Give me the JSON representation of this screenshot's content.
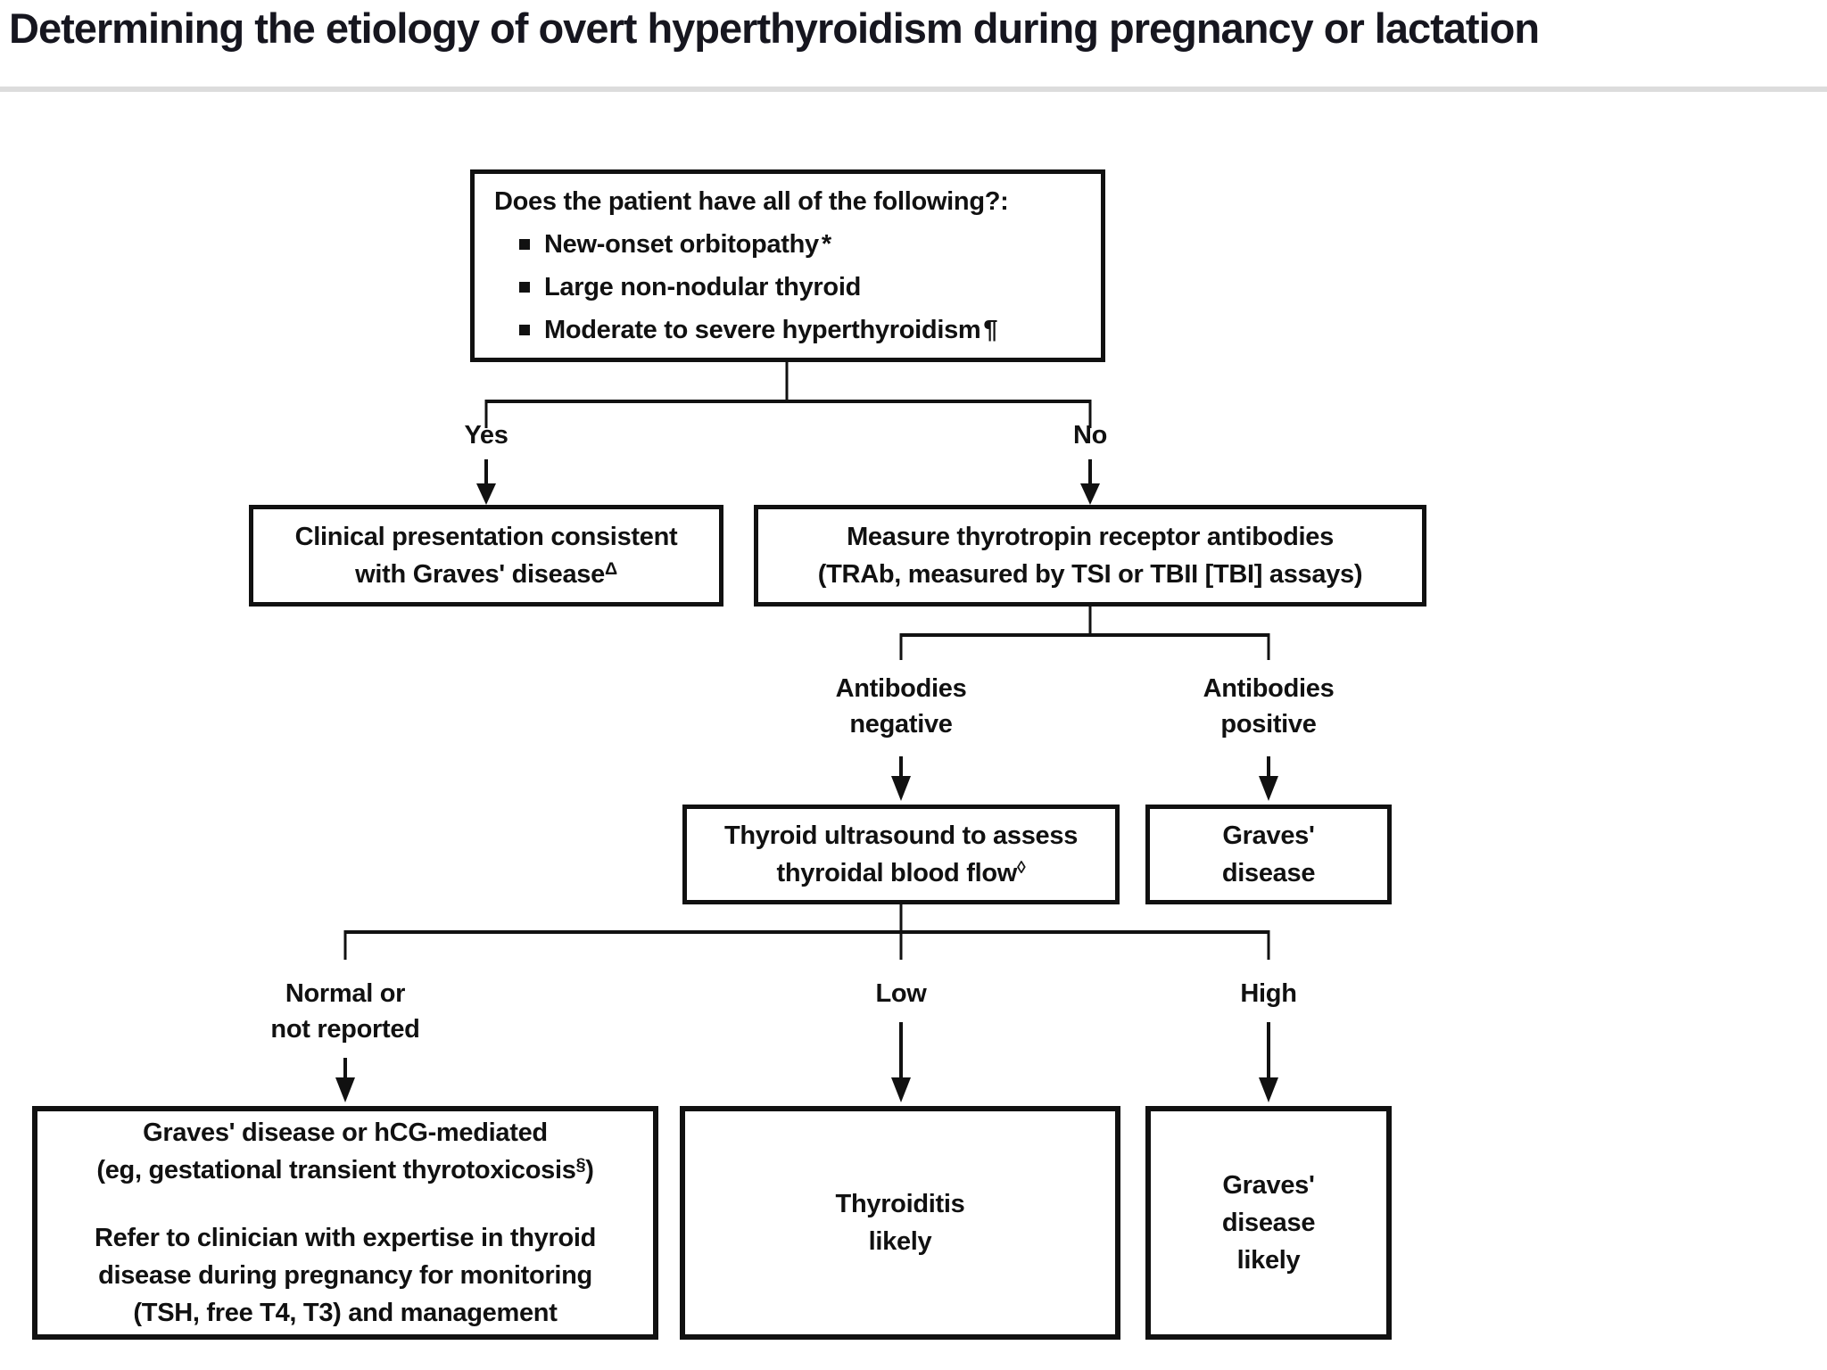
{
  "page": {
    "title": "Determining the etiology of overt hyperthyroidism during pregnancy or lactation"
  },
  "colors": {
    "background": "#ffffff",
    "title_text": "#16161f",
    "divider": "#dcdcdc",
    "diagram_text": "#111111",
    "box_border": "#111111",
    "connector": "#111111"
  },
  "nodes": {
    "root": {
      "question": "Does the patient have all of the following?:",
      "bullets": [
        {
          "text": "New-onset orbitopathy",
          "mark": "*"
        },
        {
          "text": "Large non-nodular thyroid",
          "mark": ""
        },
        {
          "text": "Moderate to severe hyperthyroidism",
          "mark": "¶"
        }
      ]
    },
    "yes_branch": {
      "label": "Yes",
      "line1": "Clinical presentation consistent",
      "line2": "with Graves' disease",
      "mark": "Δ"
    },
    "no_branch": {
      "label": "No",
      "line1": "Measure thyrotropin receptor antibodies",
      "line2": "(TRAb, measured by TSI or TBII [TBI] assays)"
    },
    "antibodies_negative": {
      "label_line1": "Antibodies",
      "label_line2": "negative",
      "line1": "Thyroid ultrasound to assess",
      "line2": "thyroidal blood flow",
      "mark": "◊"
    },
    "antibodies_positive": {
      "label_line1": "Antibodies",
      "label_line2": "positive",
      "line1": "Graves'",
      "line2": "disease"
    },
    "flow_normal": {
      "label_line1": "Normal or",
      "label_line2": "not reported",
      "para1_line1": "Graves' disease or hCG-mediated",
      "para1_line2_pre": "(eg, gestational transient thyrotoxicosis",
      "para1_mark": "§",
      "para1_line2_post": ")",
      "para2_line1": "Refer to clinician with expertise in thyroid",
      "para2_line2": "disease during pregnancy for monitoring",
      "para2_line3": "(TSH, free T4, T3) and management"
    },
    "flow_low": {
      "label": "Low",
      "line1": "Thyroiditis",
      "line2": "likely"
    },
    "flow_high": {
      "label": "High",
      "line1": "Graves'",
      "line2": "disease",
      "line3": "likely"
    }
  }
}
